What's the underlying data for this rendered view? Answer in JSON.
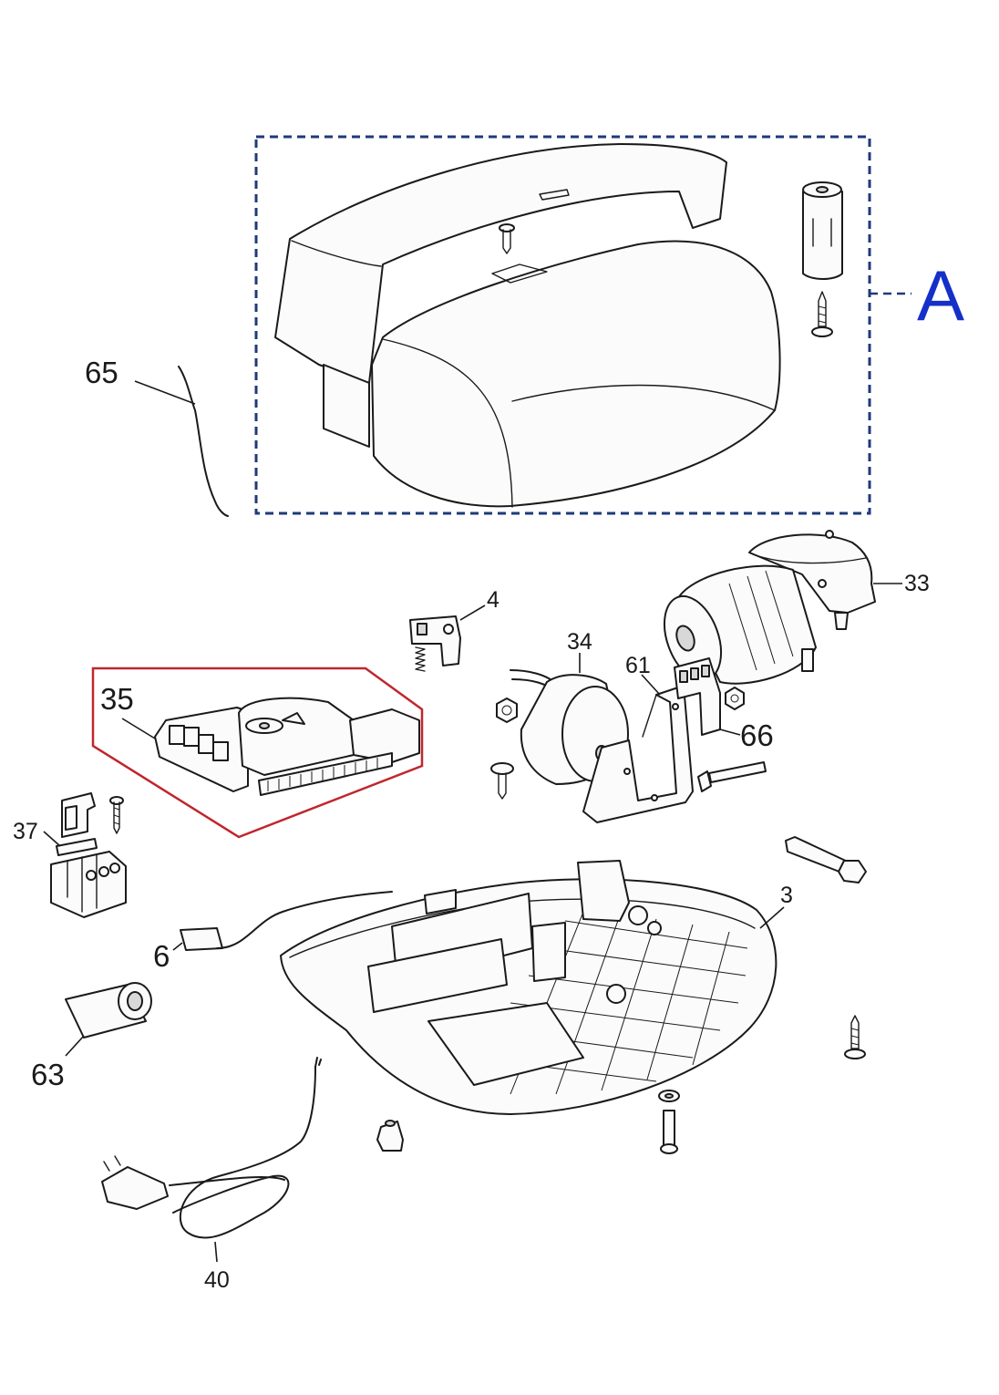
{
  "colors": {
    "group_box": "#1f3a7a",
    "group_letter": "#1530c8",
    "highlight_box": "#c0262d",
    "line": "#1a1a1a"
  },
  "group": {
    "label": "A"
  },
  "callouts": {
    "c65": "65",
    "c4": "4",
    "c34": "34",
    "c61": "61",
    "c33": "33",
    "c66": "66",
    "c35": "35",
    "c37": "37",
    "c6": "6",
    "c3": "3",
    "c63": "63",
    "c40": "40"
  }
}
